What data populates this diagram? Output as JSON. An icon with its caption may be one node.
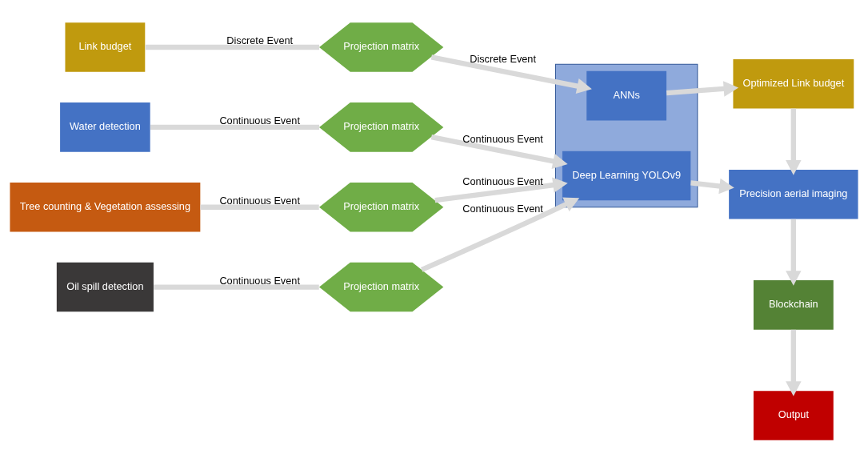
{
  "diagram": {
    "nodes": [
      {
        "text": [
          "Link budget"
        ]
      },
      {
        "text": [
          "Projection matrix"
        ]
      },
      {
        "text": [
          "Water detection"
        ]
      },
      {
        "text": [
          "Projection matrix"
        ]
      },
      {
        "text": [
          "Tree counting & Vegetation assessing"
        ]
      },
      {
        "text": [
          "Projection matrix"
        ]
      },
      {
        "text": [
          "Oil spill detection"
        ]
      },
      {
        "text": [
          "Projection matrix"
        ]
      },
      {
        "text": [],
        "shape": "box"
      },
      {
        "text": [
          "ANNs"
        ],
        "in": 8
      },
      {
        "text": [
          "Deep Learning YOLOv9"
        ],
        "in": 8
      },
      {
        "text": [
          "Optimized Link budget"
        ]
      },
      {
        "text": [
          "Precision aerial imaging"
        ]
      },
      {
        "text": [
          "Blockchain"
        ]
      },
      {
        "text": [
          "Output"
        ]
      }
    ],
    "edges": [
      {
        "from": 0,
        "to": 1,
        "arrow": "none",
        "label": "Discrete Event"
      },
      {
        "from": 1,
        "to": 9,
        "arrow": "to",
        "label": "Discrete Event"
      },
      {
        "from": 2,
        "to": 3,
        "arrow": "none",
        "label": "Continuous Event"
      },
      {
        "from": 3,
        "to": 10,
        "arrow": "to",
        "label": "Continuous Event"
      },
      {
        "from": 4,
        "to": 5,
        "arrow": "none",
        "label": "Continuous Event"
      },
      {
        "from": 5,
        "to": 10,
        "arrow": "to",
        "label": "Continuous Event"
      },
      {
        "from": 6,
        "to": 7,
        "arrow": "none",
        "label": "Continuous Event"
      },
      {
        "from": 7,
        "to": 10,
        "arrow": "to",
        "label": "Continuous Event"
      },
      {
        "from": 9,
        "to": 11,
        "arrow": "to"
      },
      {
        "from": 10,
        "to": 12,
        "arrow": "to"
      },
      {
        "from": 11,
        "to": 12,
        "arrow": "to"
      },
      {
        "from": 12,
        "to": 13,
        "arrow": "to"
      },
      {
        "from": 13,
        "to": 14,
        "arrow": "to"
      }
    ]
  }
}
